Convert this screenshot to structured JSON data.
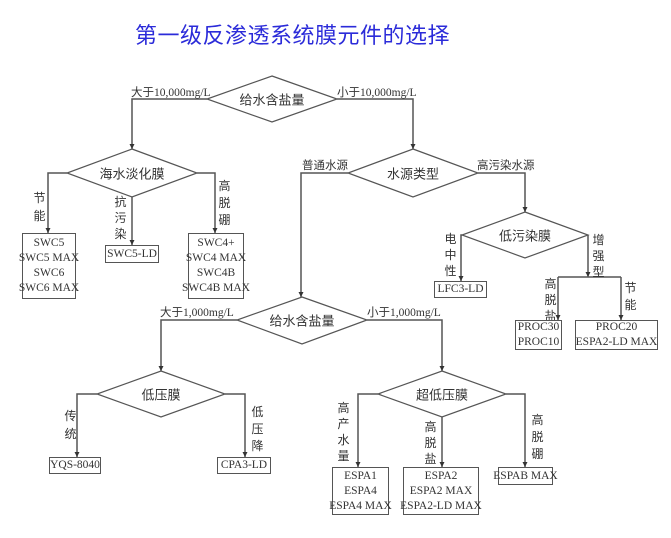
{
  "title": "第一级反渗透系统膜元件的选择",
  "colors": {
    "title": "#2b2bd9",
    "line": "#555555",
    "text": "#333333"
  },
  "nodes": {
    "feed_salinity_1": "给水含盐量",
    "seawater_membrane": "海水淡化膜",
    "water_source_type": "水源类型",
    "low_fouling_membrane": "低污染膜",
    "feed_salinity_2": "给水含盐量",
    "low_pressure_membrane": "低压膜",
    "ultra_low_pressure_membrane": "超低压膜"
  },
  "branches": {
    "gt_10000": "大于10,000mg/L",
    "lt_10000": "小于10,000mg/L",
    "ordinary_source": "普通水源",
    "high_fouling_source": "高污染水源",
    "gt_1000": "大于1,000mg/L",
    "lt_1000": "小于1,000mg/L",
    "sw_energy_saving": "节能",
    "sw_anti_fouling": "抗污染",
    "sw_high_boron": "高脱硼",
    "lf_neutral": "电中性",
    "lf_enhanced": "增强型",
    "lf_high_rejection": "高脱盐",
    "lf_energy_saving": "节能",
    "lp_traditional": "传统",
    "lp_low_pressure_drop": "低压降",
    "ulp_high_flow": "高产水量",
    "ulp_high_rejection": "高脱盐",
    "ulp_high_boron": "高脱硼"
  },
  "products": {
    "sw_energy_saving": [
      "SWC5",
      "SWC5 MAX",
      "SWC6",
      "SWC6 MAX"
    ],
    "sw_anti_fouling": [
      "SWC5-LD"
    ],
    "sw_high_boron": [
      "SWC4+",
      "SWC4 MAX",
      "SWC4B",
      "SWC4B MAX"
    ],
    "lf_neutral": [
      "LFC3-LD"
    ],
    "lf_high_rejection": [
      "PROC30",
      "PROC10"
    ],
    "lf_energy_saving": [
      "PROC20",
      "ESPA2-LD MAX"
    ],
    "lp_traditional": [
      "YQS-8040"
    ],
    "lp_low_pressure_drop": [
      "CPA3-LD"
    ],
    "ulp_high_flow": [
      "ESPA1",
      "ESPA4",
      "ESPA4 MAX"
    ],
    "ulp_high_rejection": [
      "ESPA2",
      "ESPA2 MAX",
      "ESPA2-LD MAX"
    ],
    "ulp_high_boron": [
      "ESPAB MAX"
    ]
  }
}
